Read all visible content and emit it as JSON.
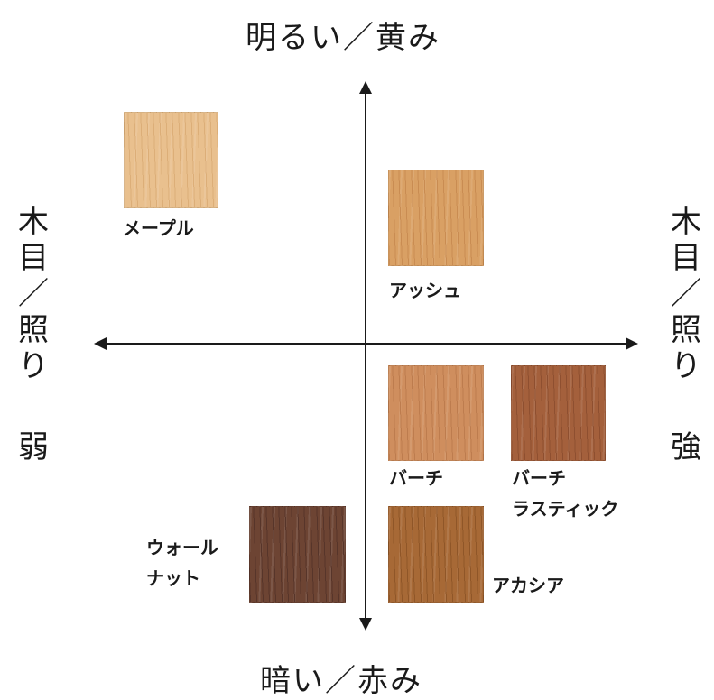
{
  "axes": {
    "top": "明るい／黄み",
    "bottom": "暗い／赤み",
    "left": {
      "line1": "木",
      "line2": "目",
      "line3": "／",
      "line4": "照",
      "line5": "り",
      "line6": "弱"
    },
    "right": {
      "line1": "木",
      "line2": "目",
      "line3": "／",
      "line4": "照",
      "line5": "り",
      "line6": "強"
    }
  },
  "woods": [
    {
      "id": "maple",
      "label": "メープル",
      "color": "#e9c08e",
      "grain": "#dcae78"
    },
    {
      "id": "ash",
      "label": "アッシュ",
      "color": "#d9a064",
      "grain": "#c98c52"
    },
    {
      "id": "birch",
      "label": "バーチ",
      "color": "#cf8e5e",
      "grain": "#bd7c4e"
    },
    {
      "id": "birch-rustic",
      "line1": "バーチ",
      "line2": "ラスティック",
      "color": "#a4603c",
      "grain": "#8e4f30"
    },
    {
      "id": "walnut",
      "line1": "ウォール",
      "line2": "ナット",
      "color": "#6d4433",
      "grain": "#57352a"
    },
    {
      "id": "acacia",
      "label": "アカシア",
      "color": "#a76936",
      "grain": "#8f5628"
    }
  ]
}
